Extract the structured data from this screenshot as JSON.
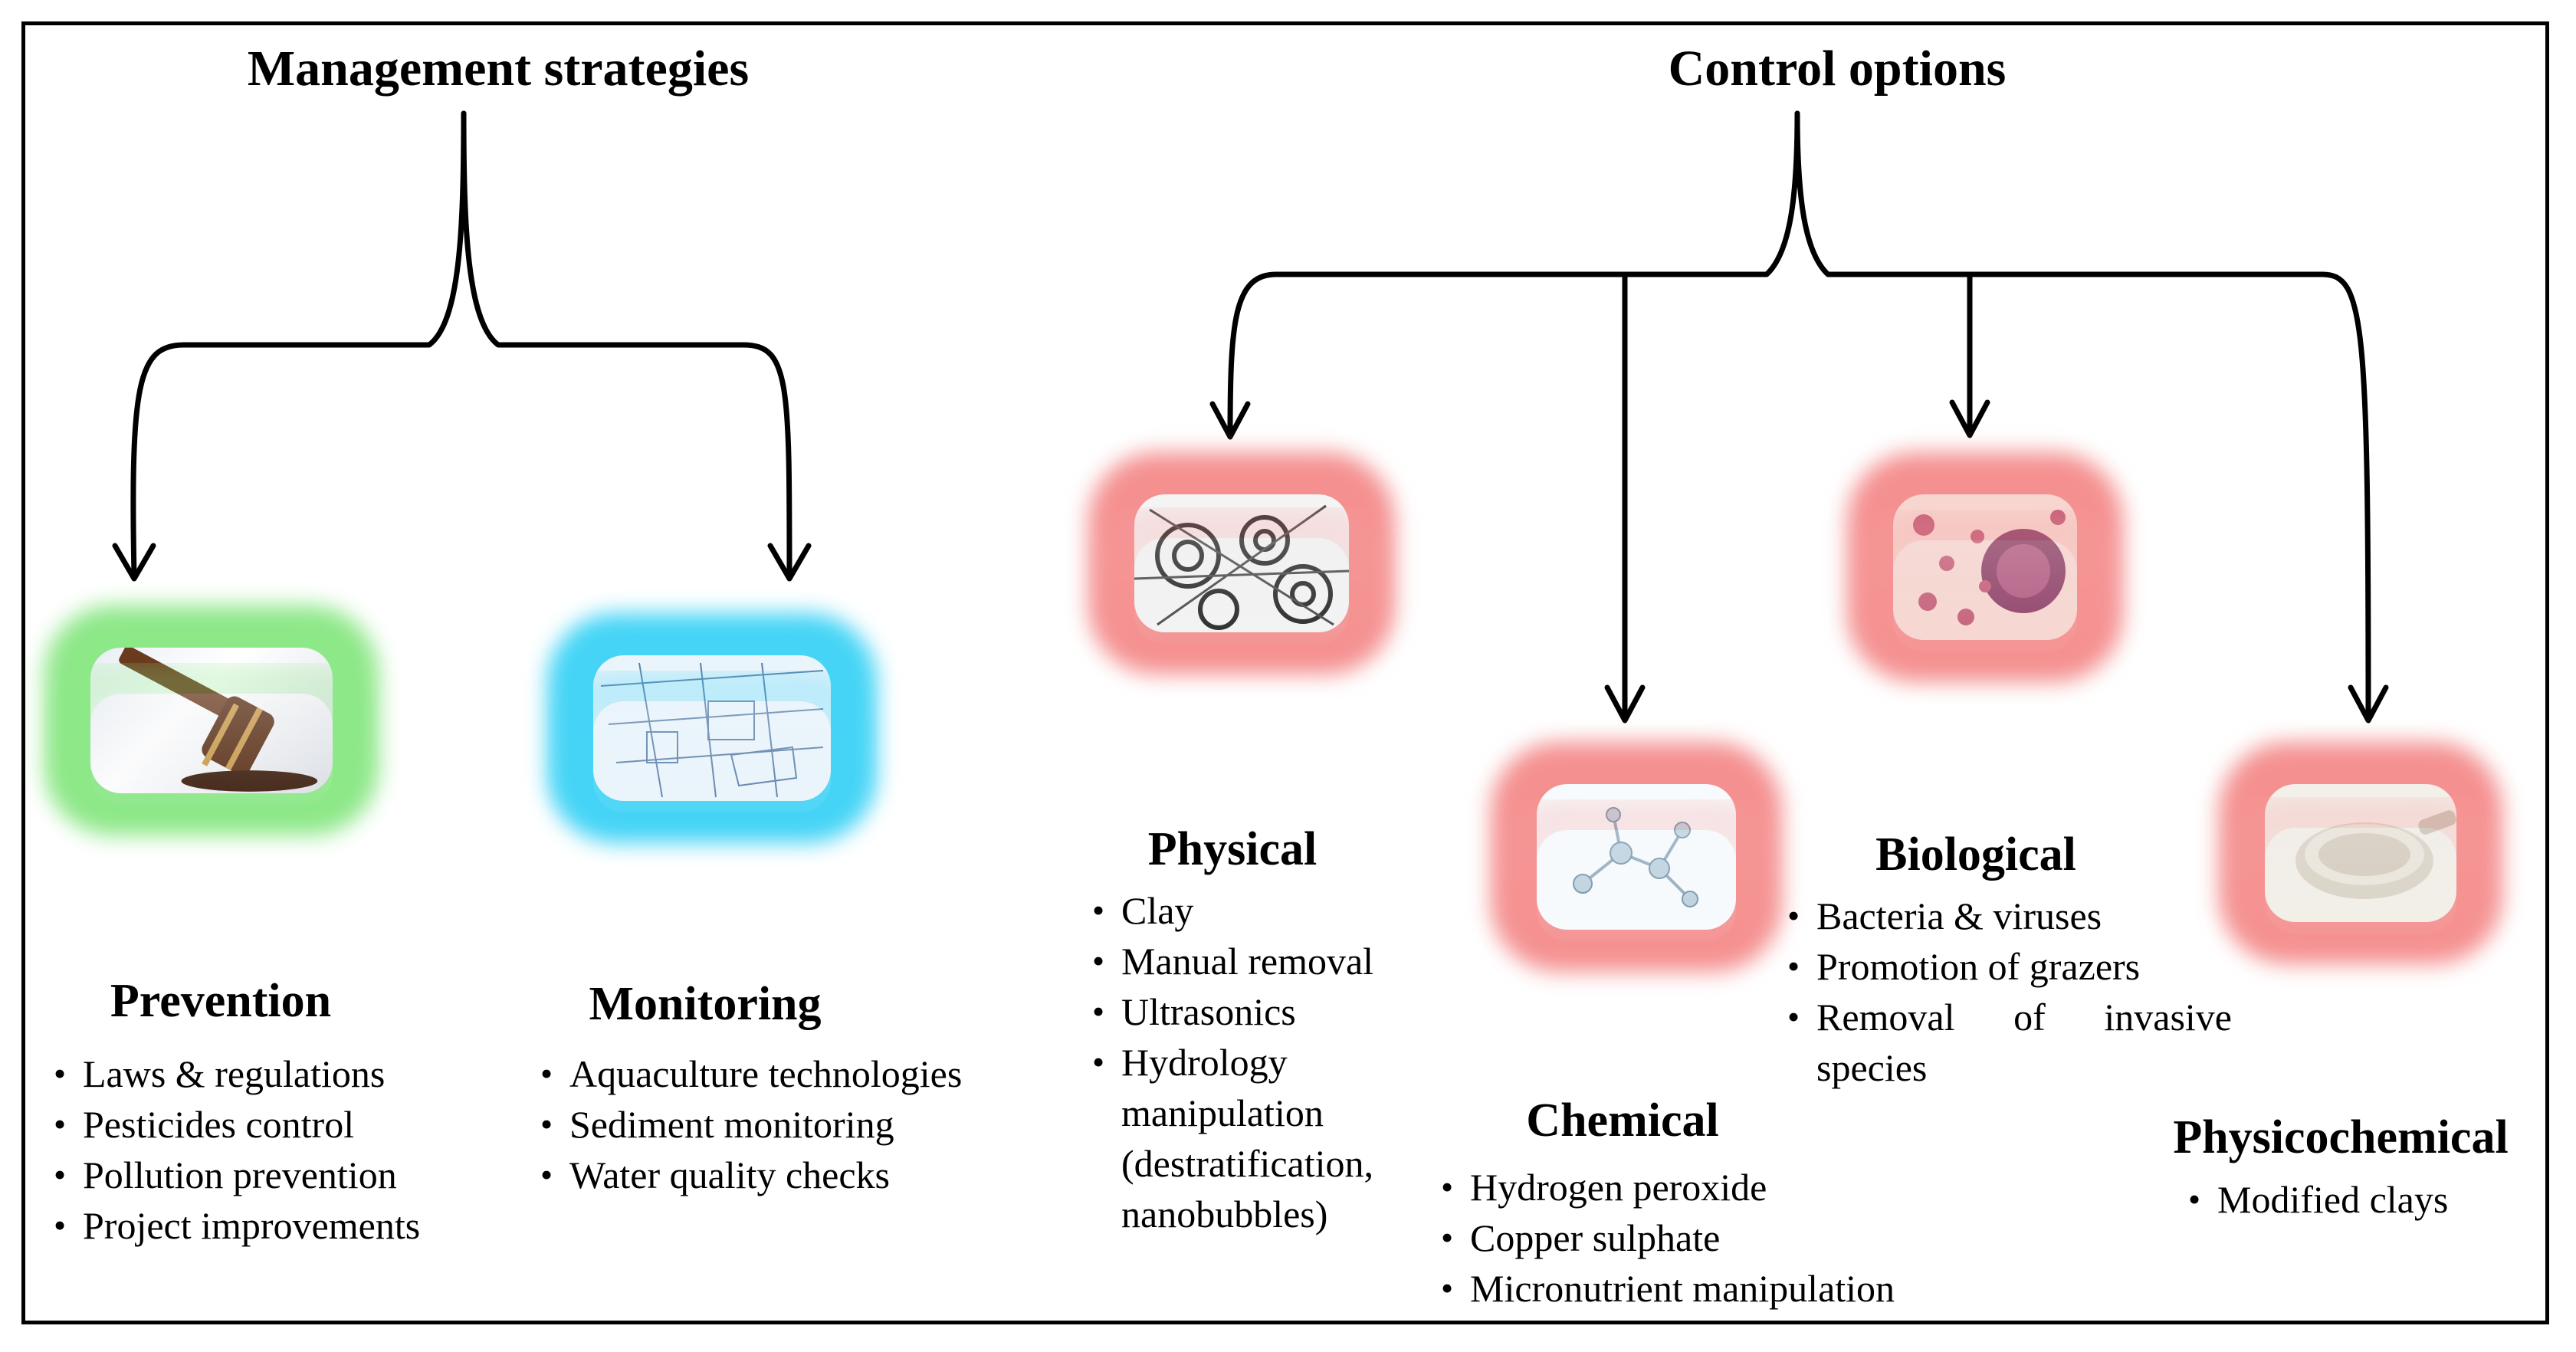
{
  "headings": {
    "management": "Management strategies",
    "control": "Control options"
  },
  "categories": {
    "prevention": {
      "title": "Prevention",
      "image_icon": "gavel-icon",
      "color": "#7ee07a",
      "items": [
        "Laws & regulations",
        "Pesticides control",
        "Pollution prevention",
        "Project improvements"
      ]
    },
    "monitoring": {
      "title": "Monitoring",
      "image_icon": "blueprint-icon",
      "color": "#3fd2f5",
      "items": [
        "Aquaculture technologies",
        "Sediment monitoring",
        "Water quality checks"
      ]
    },
    "physical": {
      "title": "Physical",
      "image_icon": "gears-icon",
      "color": "#f58b8b",
      "items": [
        "Clay",
        "Manual removal",
        "Ultrasonics",
        "Hydrology manipulation (destratification, nanobubbles)"
      ]
    },
    "chemical": {
      "title": "Chemical",
      "image_icon": "molecule-icon",
      "color": "#f58b8b",
      "items": [
        "Hydrogen peroxide",
        "Copper sulphate",
        "Micronutrient manipulation"
      ]
    },
    "biological": {
      "title": "Biological",
      "image_icon": "bacteria-icon",
      "color": "#f58b8b",
      "items": [
        "Bacteria & viruses",
        "Promotion of grazers",
        "Removal of invasive species"
      ]
    },
    "physicochemical": {
      "title": "Physicochemical",
      "image_icon": "clay-powder-icon",
      "color": "#f58b8b",
      "items": [
        "Modified clays"
      ]
    }
  }
}
